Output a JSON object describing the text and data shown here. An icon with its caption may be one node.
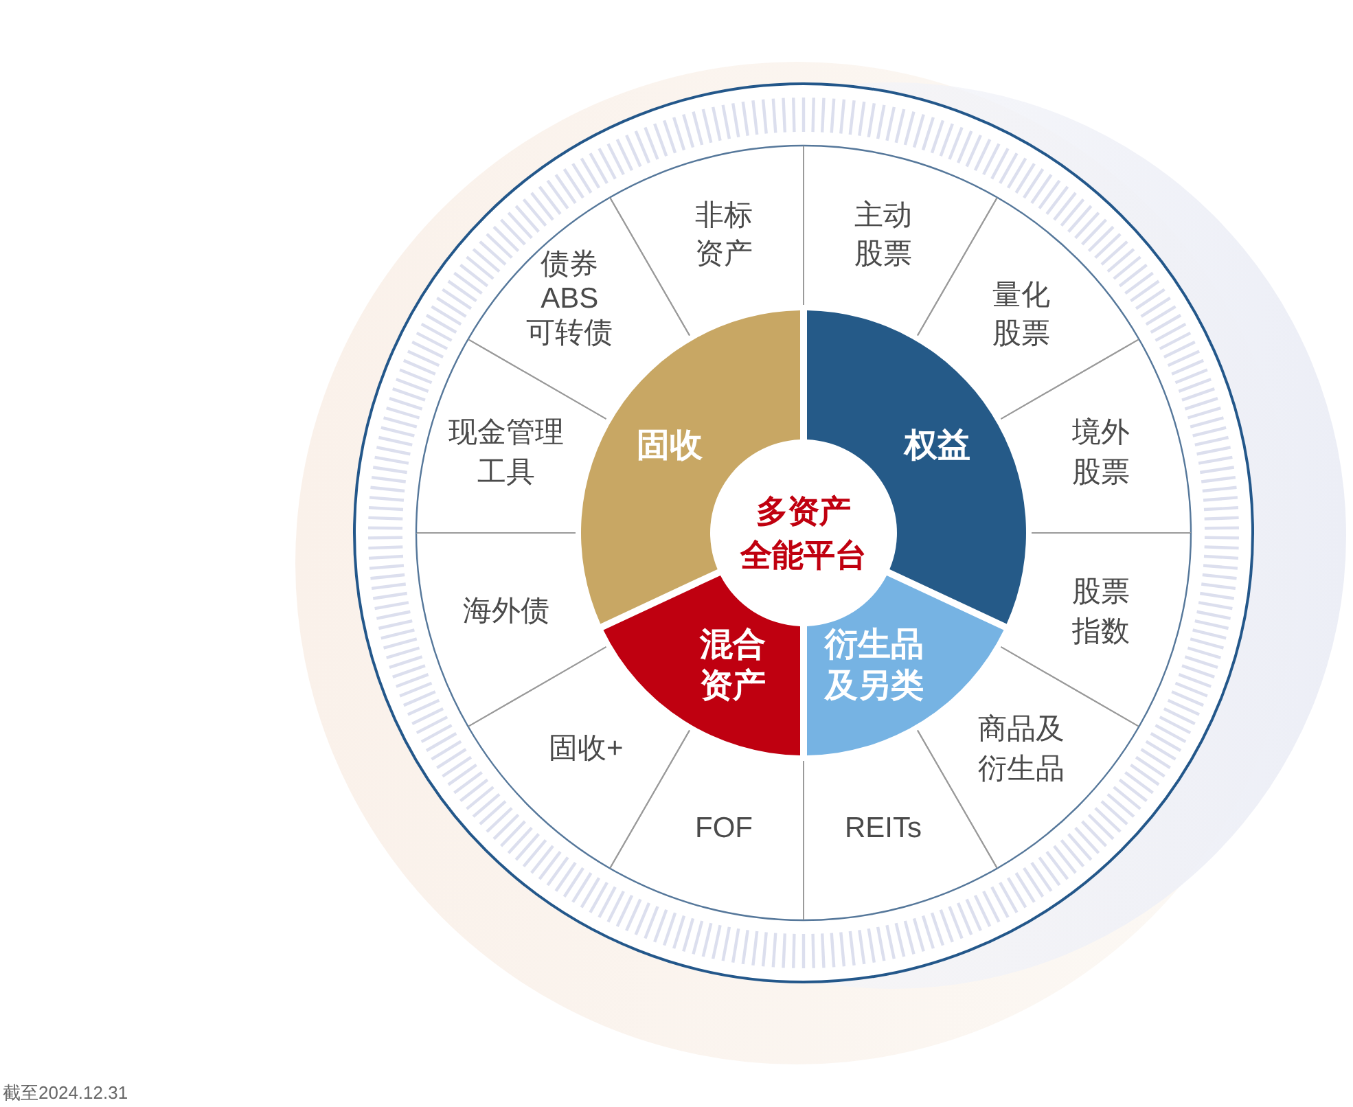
{
  "diagram": {
    "nodes": [
      {
        "text": [
          "多资产全能平台"
        ]
      },
      {
        "text": [
          "权益"
        ]
      },
      {
        "text": [
          "衍生品及另类"
        ]
      },
      {
        "text": [
          "混合资产"
        ]
      },
      {
        "text": [
          "固收"
        ]
      },
      {
        "text": [
          "主动股票"
        ]
      },
      {
        "text": [
          "量化股票"
        ]
      },
      {
        "text": [
          "境外股票"
        ]
      },
      {
        "text": [
          "股票指数"
        ]
      },
      {
        "text": [
          "商品及衍生品"
        ]
      },
      {
        "text": [
          "REITs"
        ]
      },
      {
        "text": [
          "FOF"
        ]
      },
      {
        "text": [
          "固收+"
        ]
      },
      {
        "text": [
          "海外债"
        ]
      },
      {
        "text": [
          "现金管理工具"
        ]
      },
      {
        "text": [
          "债券",
          "ABS",
          "可转债"
        ]
      },
      {
        "text": [
          "非标资产"
        ]
      }
    ],
    "labels": [
      "截至2024.12.31"
    ]
  }
}
